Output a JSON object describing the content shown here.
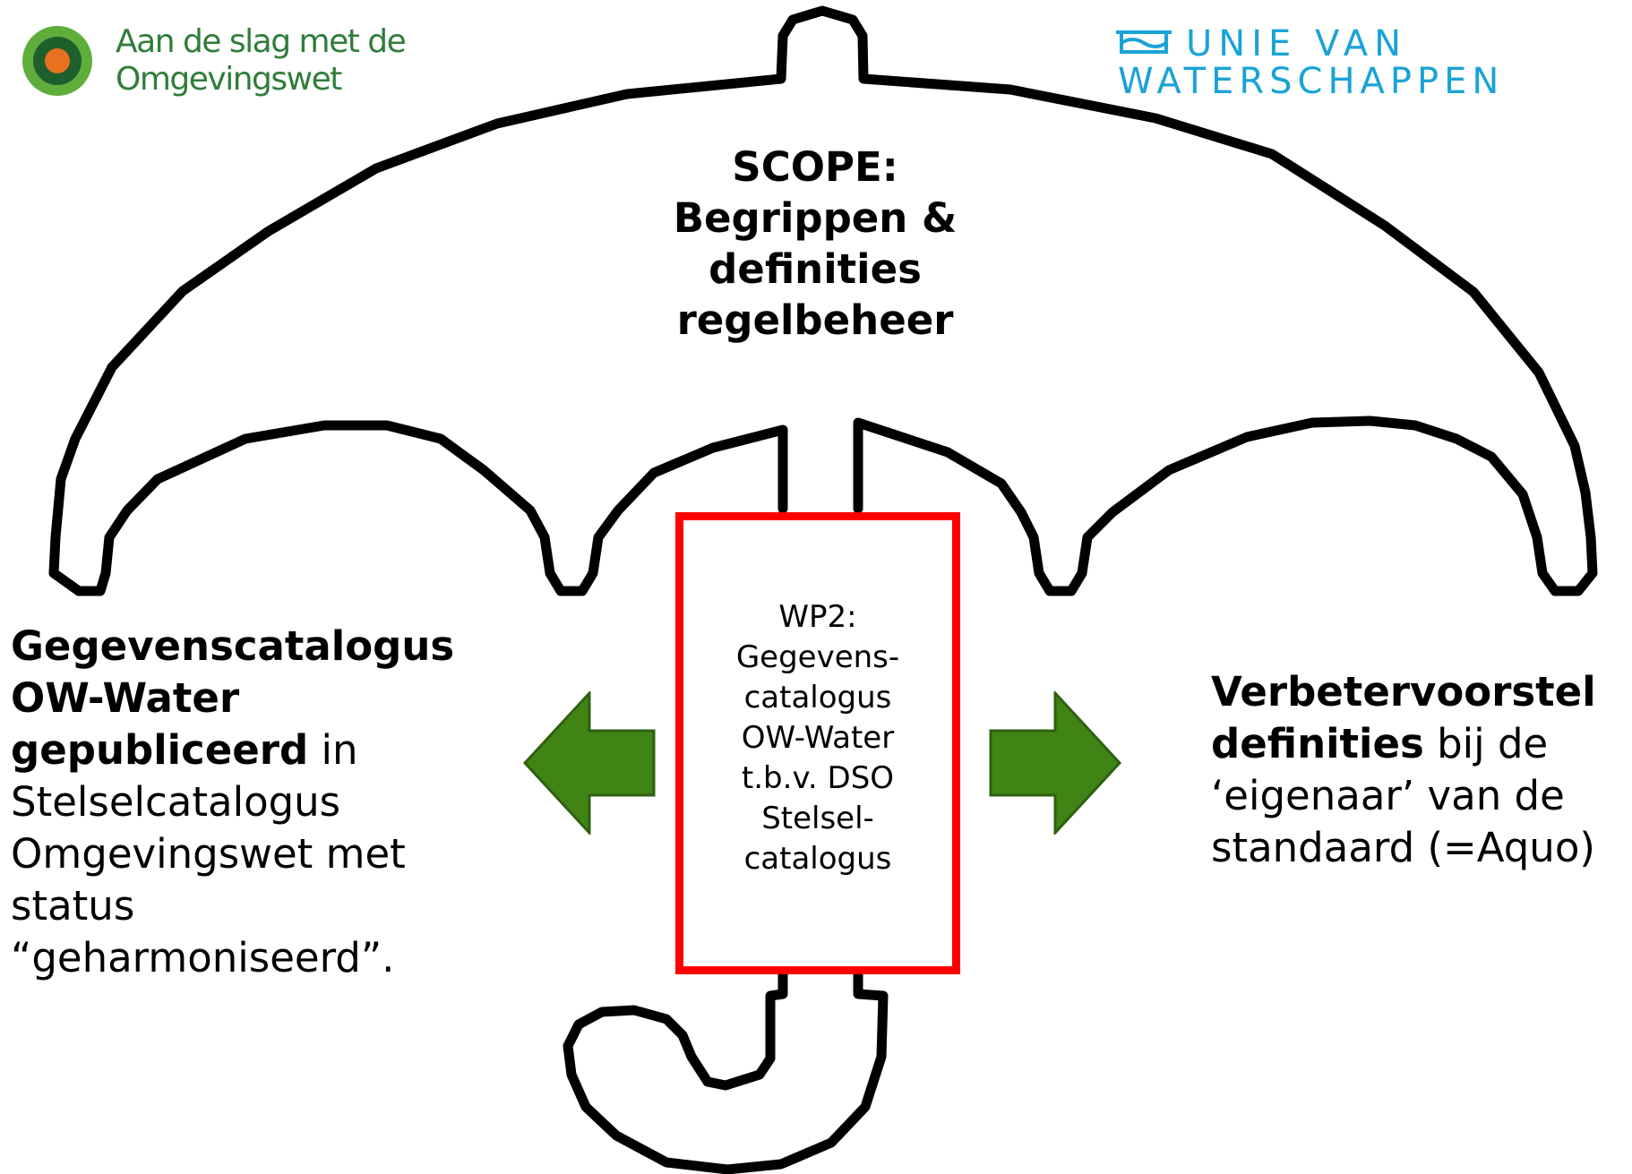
{
  "logos": {
    "left": {
      "line1": "Aan de slag met de",
      "line2": "Omgevingswet"
    },
    "right": {
      "line1": "UNIE VAN",
      "line2": "WATERSCHAPPEN"
    }
  },
  "scope": {
    "line1": "SCOPE:",
    "line2": "Begrippen &",
    "line3": "definities",
    "line4": "regelbeheer"
  },
  "center_box": {
    "line1": "WP2:",
    "line2": "Gegevens-",
    "line3": "catalogus",
    "line4": "OW-Water",
    "line5": "t.b.v. DSO",
    "line6": "Stelsel-",
    "line7": "catalogus"
  },
  "left_outcome": {
    "bold1": "Gegevenscatalogus",
    "bold2": "OW-Water",
    "bold3": "gepubliceerd",
    "plain3": " in",
    "line4": "Stelselcatalogus",
    "line5": "Omgevingswet met",
    "line6": "status",
    "line7": "“geharmoniseerd”."
  },
  "right_outcome": {
    "bold1": "Verbetervoorstel",
    "bold2": "definities",
    "plain2": " bij de",
    "line3": "‘eigenaar’ van de",
    "line4": "standaard (=Aquo)"
  },
  "colors": {
    "outline": "#000000",
    "box_border": "#ff0000",
    "arrow_fill": "#3f8415",
    "arrow_stroke": "#2e6010",
    "logo_green": "#2f7d3a",
    "logo_orange": "#e8711f",
    "logo_blue": "#1aa3d6"
  },
  "icons": {
    "left_logo": "target-circle-icon",
    "right_logo": "water-wave-icon",
    "left_arrow": "arrow-left-icon",
    "right_arrow": "arrow-right-icon"
  }
}
